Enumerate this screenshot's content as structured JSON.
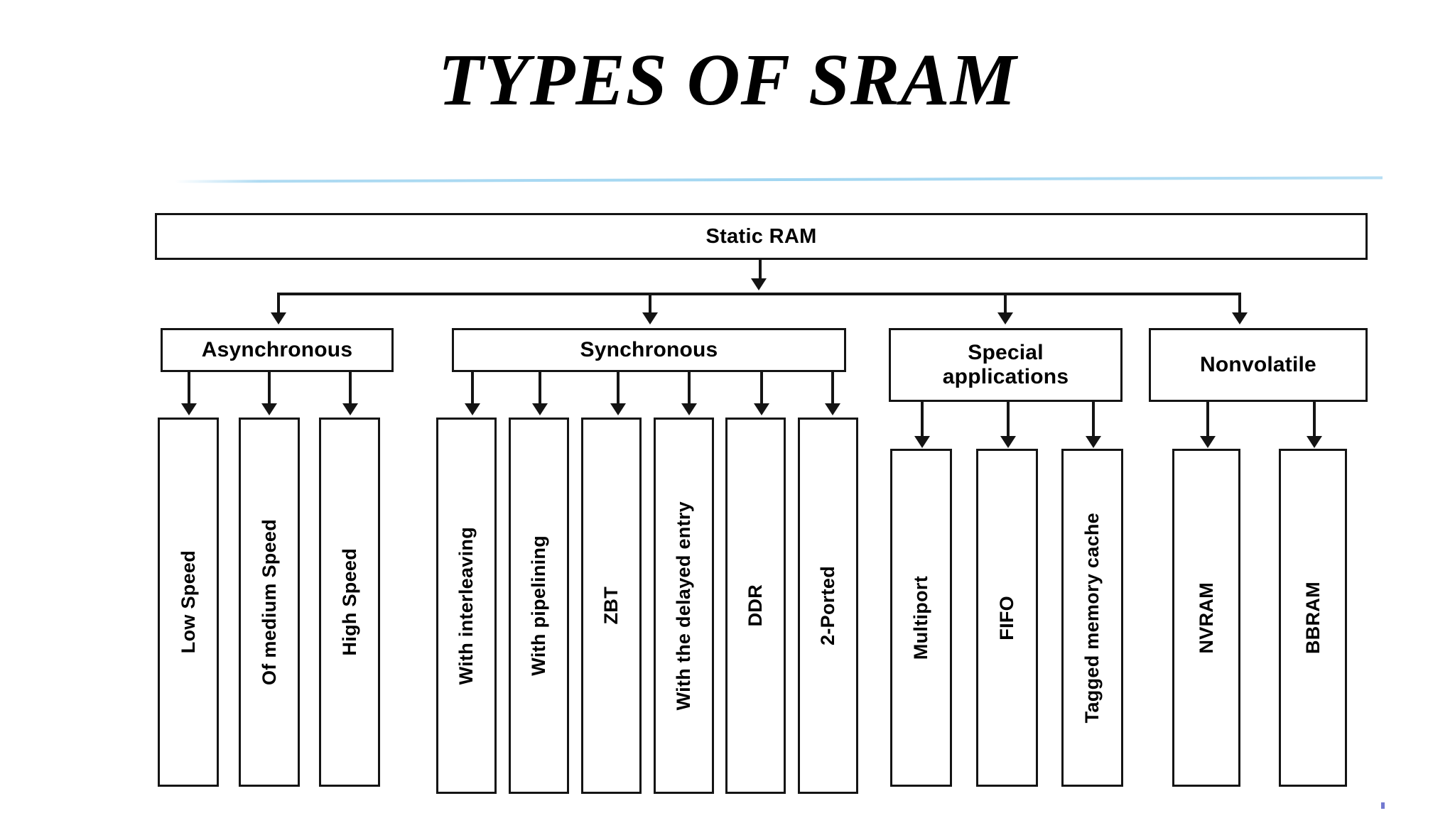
{
  "slide": {
    "title": "TYPES OF SRAM",
    "background_color": "#ffffff",
    "divider_color": "#4fa8dc",
    "line_color": "#141414"
  },
  "diagram": {
    "type": "tree",
    "root": {
      "label": "Static RAM"
    },
    "branches": [
      {
        "label": "Asynchronous",
        "children": [
          {
            "label": "Low Speed"
          },
          {
            "label": "Of medium Speed"
          },
          {
            "label": "High Speed"
          }
        ]
      },
      {
        "label": "Synchronous",
        "children": [
          {
            "label": "With interleaving"
          },
          {
            "label": "With pipelining"
          },
          {
            "label": "ZBT"
          },
          {
            "label": "With the delayed entry"
          },
          {
            "label": "DDR"
          },
          {
            "label": "2-Ported"
          }
        ]
      },
      {
        "label": "Special\napplications",
        "label_line1": "Special",
        "label_line2": "applications",
        "children": [
          {
            "label": "Multiport"
          },
          {
            "label": "FIFO"
          },
          {
            "label": "Tagged memory cache"
          }
        ]
      },
      {
        "label": "Nonvolatile",
        "children": [
          {
            "label": "NVRAM"
          },
          {
            "label": "BBRAM"
          }
        ]
      }
    ]
  }
}
